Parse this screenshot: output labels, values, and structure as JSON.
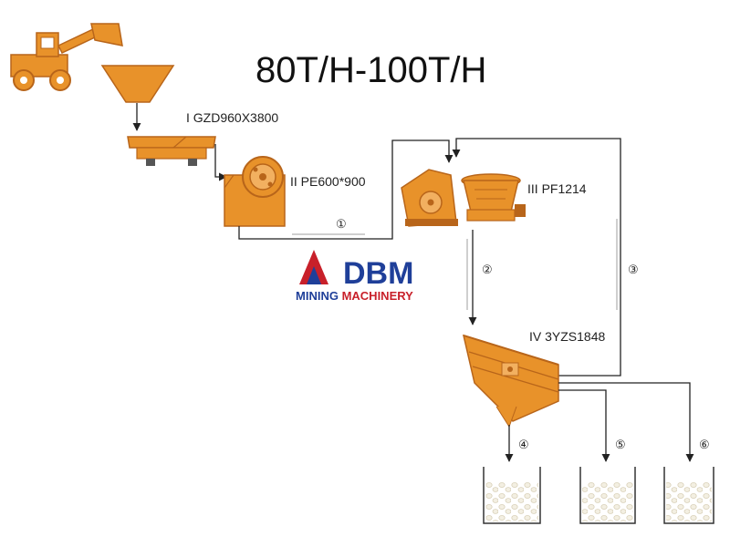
{
  "title": "80T/H-100T/H",
  "equipment": [
    {
      "roman": "I",
      "model": "GZD960X3800"
    },
    {
      "roman": "II",
      "model": "PE600*900"
    },
    {
      "roman": "III",
      "model": "PF1214"
    },
    {
      "roman": "IV",
      "model": "3YZS1848"
    }
  ],
  "flow_markers": [
    "①",
    "②",
    "③",
    "④",
    "⑤",
    "⑥"
  ],
  "logo": {
    "name": "DBM",
    "sub_part1": "MINING",
    "sub_part2": "MACHINERY",
    "color_blue": "#1f3f99",
    "color_red": "#c8202a"
  },
  "colors": {
    "machine": "#e8922a",
    "machine_dark": "#b8651a",
    "line": "#222222"
  },
  "icons": [
    "wheel-loader-icon",
    "hopper-icon",
    "vibrating-feeder-icon",
    "jaw-crusher-icon",
    "impact-crusher-icon",
    "cone-crusher-icon",
    "vibrating-screen-icon",
    "stockpile-bin-icon"
  ]
}
